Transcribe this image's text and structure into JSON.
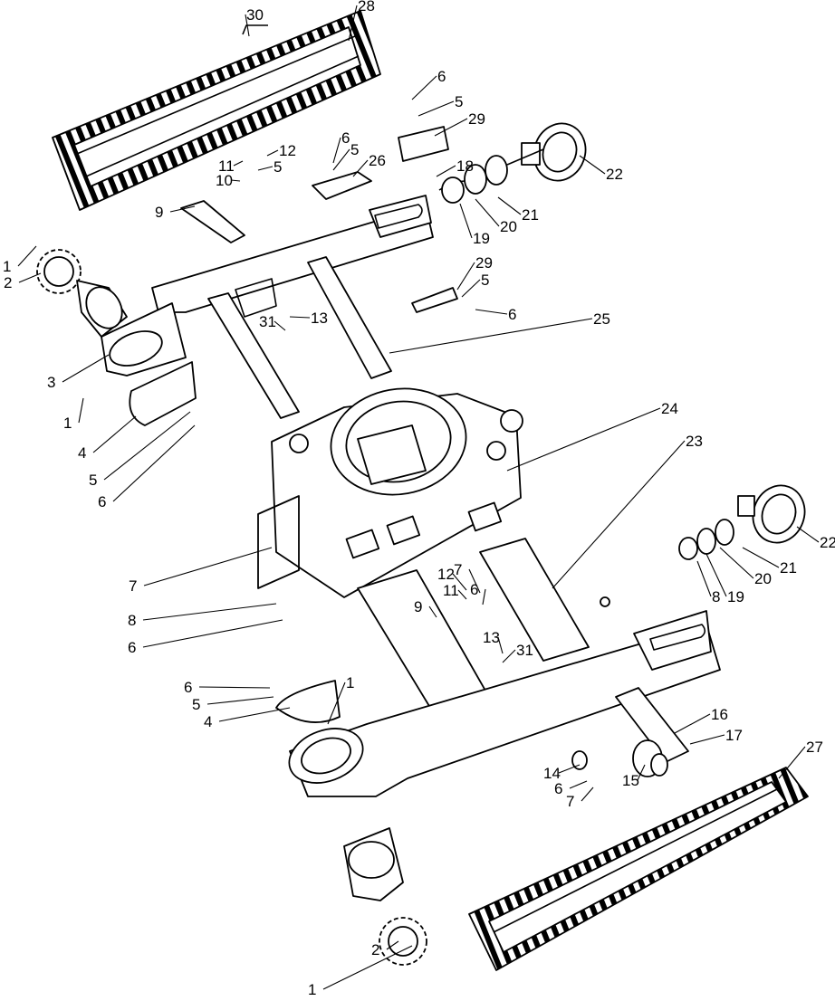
{
  "diagram": {
    "colors": {
      "line": "#000000",
      "background": "#ffffff"
    },
    "callouts": [
      "30",
      "28",
      "6",
      "5",
      "29",
      "6",
      "5",
      "26",
      "12",
      "11",
      "5",
      "10",
      "18",
      "22",
      "21",
      "20",
      "19",
      "9",
      "1",
      "2",
      "29",
      "5",
      "6",
      "25",
      "31",
      "13",
      "3",
      "1",
      "4",
      "5",
      "6",
      "24",
      "23",
      "7",
      "8",
      "6",
      "22",
      "21",
      "20",
      "8",
      "19",
      "12",
      "7",
      "6",
      "11",
      "9",
      "13",
      "31",
      "1",
      "6",
      "5",
      "4",
      "16",
      "17",
      "27",
      "14",
      "6",
      "7",
      "15",
      "2",
      "1"
    ]
  }
}
